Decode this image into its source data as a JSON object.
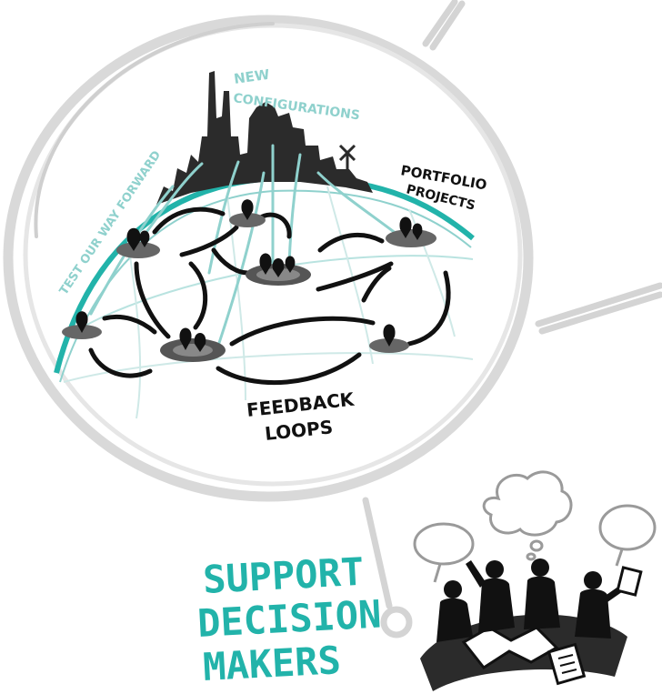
{
  "labels": {
    "new_line1": "NEW",
    "new_line2": "CONFIGURATIONS",
    "portfolio_line1": "PORTFOLIO",
    "portfolio_line2": "PROJECTS",
    "test": "TEST OUR WAY FORWARD",
    "feedback_line1": "FEEDBACK",
    "feedback_line2": "LOOPS"
  },
  "title": {
    "line1": "SUPPORT",
    "line2": "DECISION",
    "line3": "MAKERS"
  },
  "colors": {
    "teal": "#22b3aa",
    "teal_light": "#8fd1cd",
    "grey": "#d4d4d4",
    "ink": "#111111"
  }
}
